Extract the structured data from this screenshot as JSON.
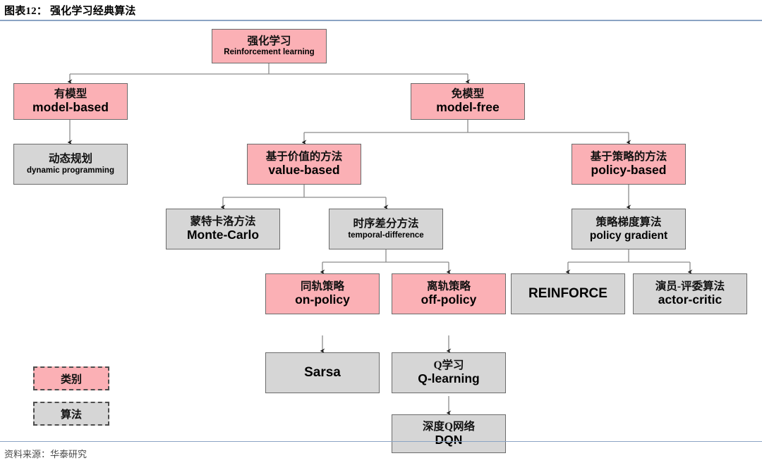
{
  "header": {
    "title": "图表12： 强化学习经典算法",
    "rule_color": "#8ba4c4"
  },
  "footer": {
    "source": "资料来源：华泰研究"
  },
  "palette": {
    "category_fill": "#fbb0b5",
    "algorithm_fill": "#d6d6d6",
    "box_border": "#6b6b6b",
    "connector": "#8c8c8c"
  },
  "legend": {
    "items": [
      {
        "label": "类别",
        "kind": "category"
      },
      {
        "label": "算法",
        "kind": "algorithm"
      }
    ]
  },
  "nodes": {
    "root": {
      "cn": "强化学习",
      "en": "Reinforcement learning",
      "kind": "category"
    },
    "model_based": {
      "cn": "有模型",
      "en": "model-based",
      "kind": "category"
    },
    "model_free": {
      "cn": "免模型",
      "en": "model-free",
      "kind": "category"
    },
    "dynamic_programming": {
      "cn": "动态规划",
      "en": "dynamic programming",
      "kind": "algorithm"
    },
    "value_based": {
      "cn": "基于价值的方法",
      "en": "value-based",
      "kind": "category"
    },
    "policy_based": {
      "cn": "基于策略的方法",
      "en": "policy-based",
      "kind": "category"
    },
    "monte_carlo": {
      "cn": "蒙特卡洛方法",
      "en": "Monte-Carlo",
      "kind": "algorithm"
    },
    "temporal_difference": {
      "cn": "时序差分方法",
      "en": "temporal-difference",
      "kind": "algorithm"
    },
    "policy_gradient": {
      "cn": "策略梯度算法",
      "en": "policy gradient",
      "kind": "algorithm"
    },
    "on_policy": {
      "cn": "同轨策略",
      "en": "on-policy",
      "kind": "category"
    },
    "off_policy": {
      "cn": "离轨策略",
      "en": "off-policy",
      "kind": "category"
    },
    "reinforce": {
      "cn": "",
      "en": "REINFORCE",
      "kind": "algorithm"
    },
    "actor_critic": {
      "cn": "演员-评委算法",
      "en": "actor-critic",
      "kind": "algorithm"
    },
    "sarsa": {
      "cn": "",
      "en": "Sarsa",
      "kind": "algorithm"
    },
    "q_learning": {
      "cn": "Q学习",
      "en": "Q-learning",
      "kind": "algorithm"
    },
    "dqn": {
      "cn": "深度Q网络",
      "en": "DQN",
      "kind": "algorithm"
    }
  },
  "edges": [
    {
      "from": "root",
      "to": "model_based"
    },
    {
      "from": "root",
      "to": "model_free"
    },
    {
      "from": "model_based",
      "to": "dynamic_programming"
    },
    {
      "from": "model_free",
      "to": "value_based"
    },
    {
      "from": "model_free",
      "to": "policy_based"
    },
    {
      "from": "value_based",
      "to": "monte_carlo"
    },
    {
      "from": "value_based",
      "to": "temporal_difference"
    },
    {
      "from": "policy_based",
      "to": "policy_gradient"
    },
    {
      "from": "temporal_difference",
      "to": "on_policy"
    },
    {
      "from": "temporal_difference",
      "to": "off_policy"
    },
    {
      "from": "policy_gradient",
      "to": "reinforce"
    },
    {
      "from": "policy_gradient",
      "to": "actor_critic"
    },
    {
      "from": "on_policy",
      "to": "sarsa"
    },
    {
      "from": "off_policy",
      "to": "q_learning"
    },
    {
      "from": "q_learning",
      "to": "dqn"
    }
  ]
}
